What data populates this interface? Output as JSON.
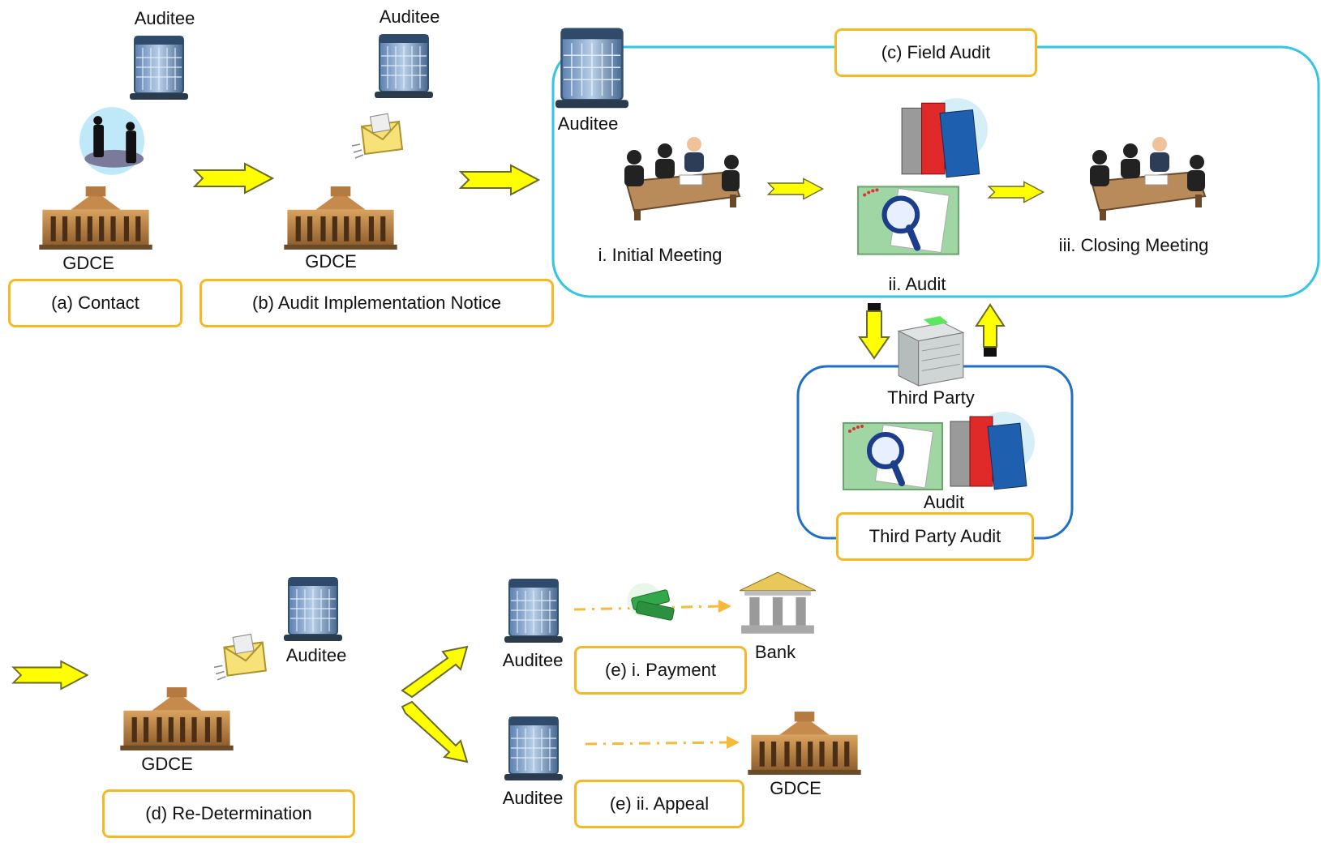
{
  "steps": {
    "a": "(a) Contact",
    "b": "(b) Audit Implementation Notice",
    "c": "(c) Field Audit",
    "d": "(d) Re-Determination",
    "e1": "(e) i. Payment",
    "e2": "(e) ii. Appeal",
    "third_party_audit": "Third Party Audit"
  },
  "labels": {
    "auditee": "Auditee",
    "gdce": "GDCE",
    "bank": "Bank",
    "third_party": "Third Party",
    "audit": "Audit",
    "initial_meeting": "i. Initial Meeting",
    "audit_step": "ii. Audit",
    "closing_meeting": "iii. Closing Meeting"
  },
  "colors": {
    "step_border": "#f7b825",
    "field_audit_border": "#33c6e3",
    "third_party_border": "#1f6fc6",
    "arrow_fill": "#ffff00",
    "dashed_arrow": "#f6b93a"
  }
}
